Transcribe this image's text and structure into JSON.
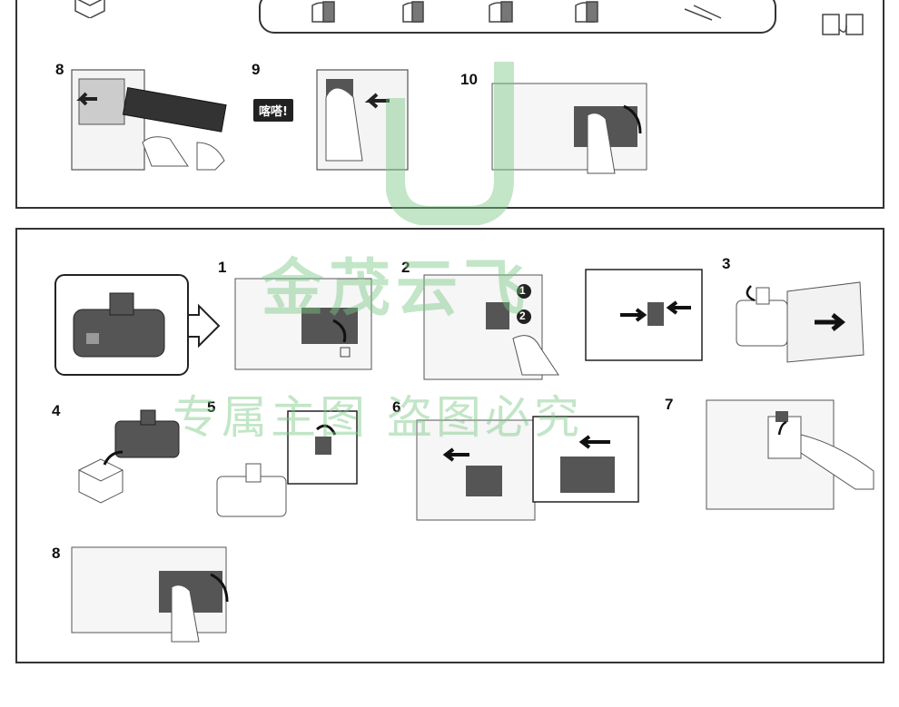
{
  "top_panel": {
    "steps": [
      {
        "num": "8"
      },
      {
        "num": "9",
        "badge": "喀嗒!"
      },
      {
        "num": "10"
      }
    ]
  },
  "bottom_panel": {
    "steps": [
      {
        "num": "1"
      },
      {
        "num": "2",
        "callouts": [
          "1",
          "2"
        ]
      },
      {
        "num": "3"
      },
      {
        "num": "4"
      },
      {
        "num": "5"
      },
      {
        "num": "6"
      },
      {
        "num": "7"
      },
      {
        "num": "8"
      }
    ]
  },
  "watermark": {
    "line1": "金茂云飞",
    "line2": "专属主图  盗图必究"
  },
  "colors": {
    "watermark": "#78c882",
    "ink": "#222222",
    "toner": "#555555"
  }
}
